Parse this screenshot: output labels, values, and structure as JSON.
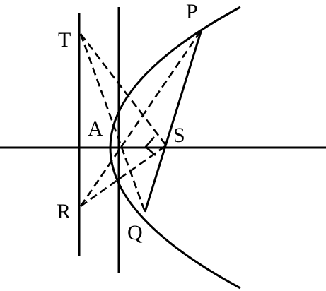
{
  "labels": {
    "T": "T",
    "P": "P",
    "A": "A",
    "S": "S",
    "R": "R",
    "Q": "Q"
  }
}
